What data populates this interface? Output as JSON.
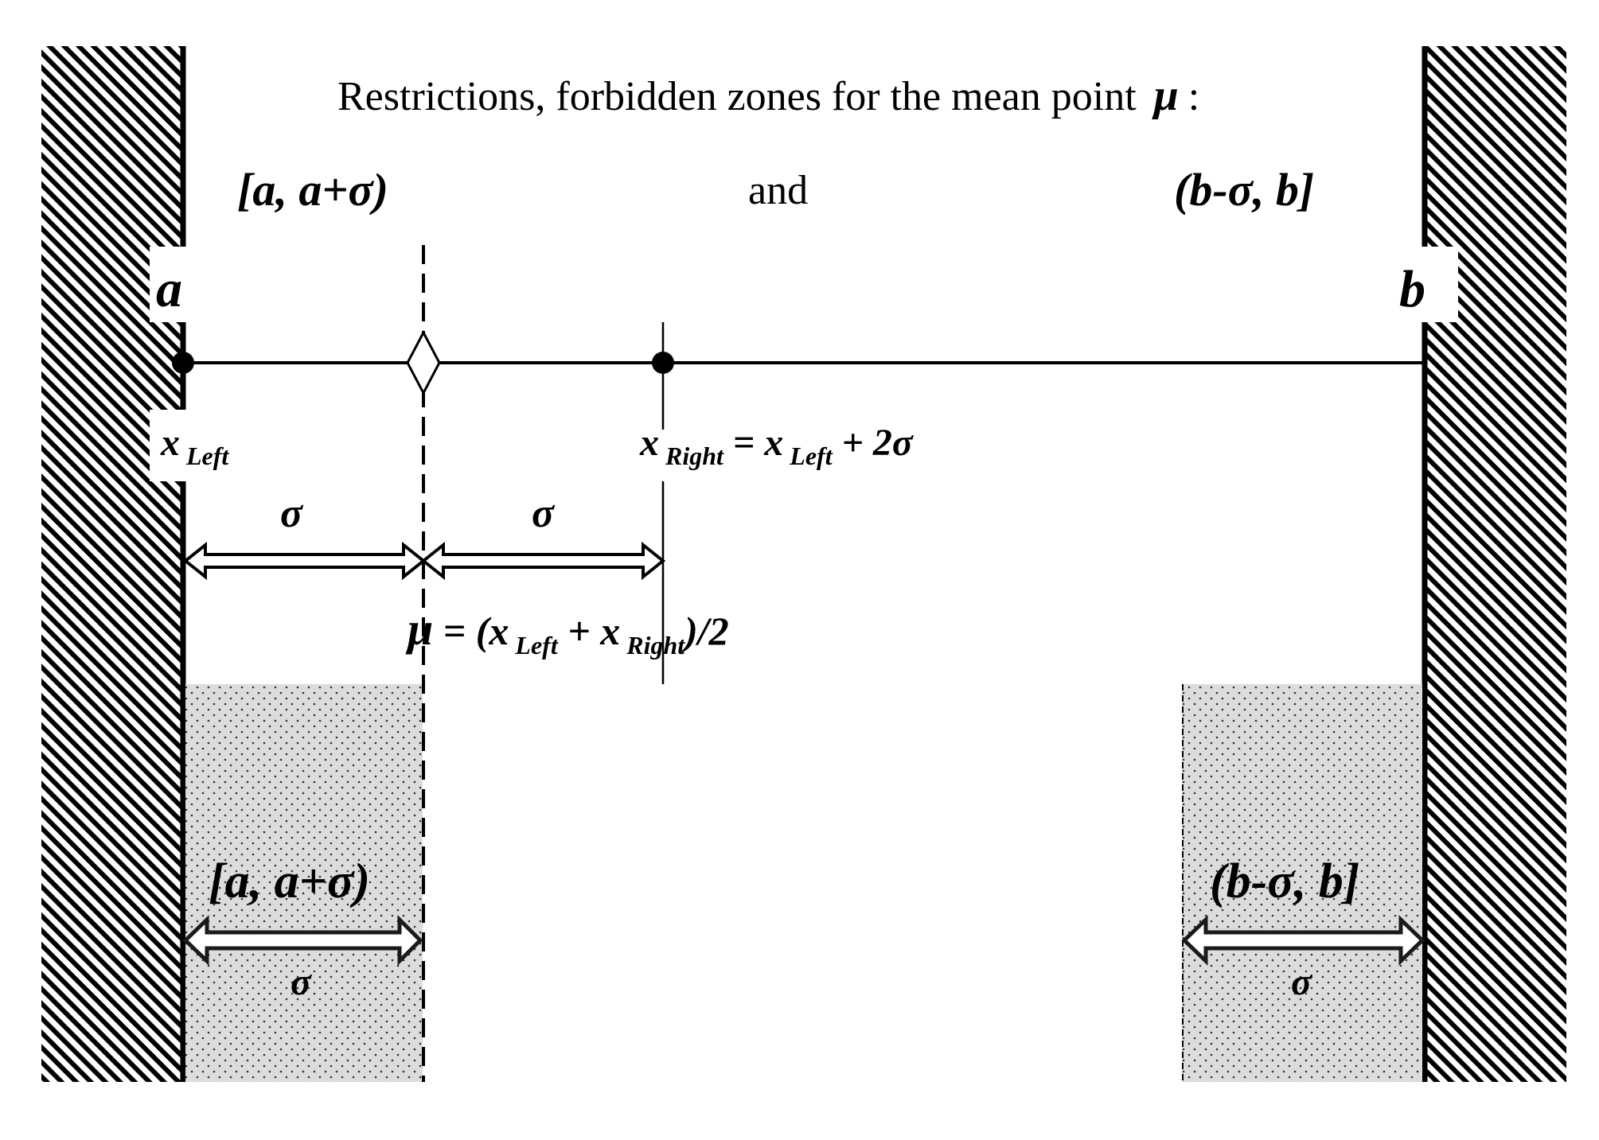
{
  "title": {
    "text": "Restrictions, forbidden zones for the mean point",
    "mu": "μ",
    "colon": ":"
  },
  "zones_line": {
    "left": "[a, a+σ)",
    "and": "and",
    "right": "(b-σ,  b]"
  },
  "bounds": {
    "a": "a",
    "b": "b"
  },
  "points": {
    "x_left": {
      "x": "x",
      "sub": "Left"
    },
    "x_right": {
      "x": "x",
      "sub": "Right",
      "eq": " = ",
      "x2": "x",
      "sub2": "Left",
      "plus": " + 2σ"
    }
  },
  "sigma": "σ",
  "mu_formula": {
    "mu": "μ",
    "eq_open": " = (",
    "x1": "x",
    "sub1": "Left",
    "plus": " + ",
    "x2": "x",
    "sub2": "Right",
    "close": ")/2"
  },
  "zone_labels": {
    "left": "[a, a+σ)",
    "right": "(b-σ,  b]",
    "left_sigma": "σ",
    "right_sigma": "σ"
  },
  "colors": {
    "ink": "#000000",
    "zone_fill": "#dcdcdc",
    "background": "#ffffff"
  }
}
